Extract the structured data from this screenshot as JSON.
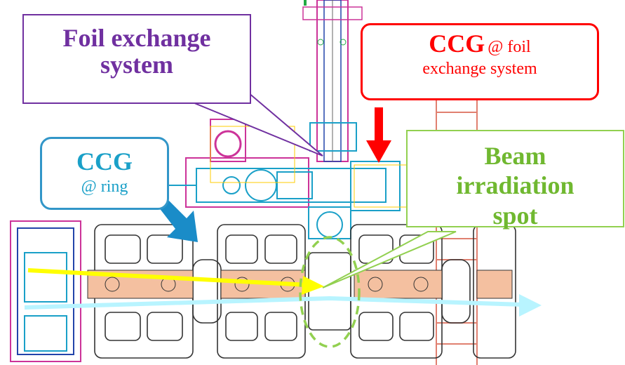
{
  "callouts": {
    "foil_exchange": {
      "line1": "Foil exchange",
      "line2": "system"
    },
    "ccg_foil": {
      "ccg": "CCG",
      "at": "@ foil",
      "line2": "exchange system"
    },
    "ccg_ring": {
      "ccg": "CCG",
      "at": "@ ring"
    },
    "beam_spot": {
      "line1": "Beam",
      "line2": "irradiation",
      "line3": "spot"
    }
  },
  "colors": {
    "foil_callout": "#7030a0",
    "ccg_foil_callout": "#ff0000",
    "ccg_ring_callout": "#1aa0c8",
    "beam_callout": "#92d050",
    "beam_arrow_yellow": "#ffff00",
    "beam_arrow_cyan": "#b8f4ff",
    "copper": "#f4c0a0"
  }
}
